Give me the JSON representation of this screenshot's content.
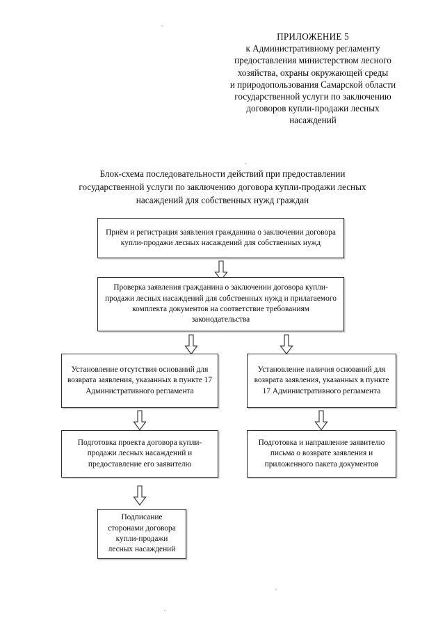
{
  "document": {
    "appendix": {
      "title": "ПРИЛОЖЕНИЕ 5",
      "lines": [
        "к Административному регламенту",
        "предоставления министерством лесного",
        "хозяйства, охраны окружающей среды",
        "и природопользования Самарской области",
        "государственной услуги по заключению",
        "договоров купли-продажи лесных",
        "насаждений"
      ]
    },
    "chart_heading": [
      "Блок-схема последовательности действий при предоставлении",
      "государственной услуги по заключению договора купли-продажи лесных",
      "насаждений для собственных нужд граждан"
    ]
  },
  "flowchart": {
    "nodes": {
      "intake": "Приём и регистрация заявления гражданина о заключении договора купли-продажи лесных насаждений для собственных нужд",
      "verification": "Проверка заявления гражданина о заключении договора купли-продажи лесных насаждений для собственных нужд и прилагаемого комплекта документов на соответствие требованиям законодательства",
      "no_grounds": "Установление отсутствия оснований для возврата заявления, указанных в пункте 17 Административного регламента",
      "has_grounds": "Установление наличия оснований для возврата заявления, указанных в пункте 17 Административного регламента",
      "draft_contract": "Подготовка проекта договора купли-продажи лесных насаждений и предоставление его заявителю",
      "return_letter": "Подготовка и направление заявителю письма о возврате заявления и приложенного пакета документов",
      "signing": "Подписание сторонами договора купли-продажи лесных насаждений"
    },
    "arrows": [
      {
        "name": "intake-to-verification",
        "direction": "down"
      },
      {
        "name": "verification-to-no-grounds",
        "direction": "down"
      },
      {
        "name": "verification-to-has-grounds",
        "direction": "down"
      },
      {
        "name": "no-grounds-to-draft-contract",
        "direction": "down"
      },
      {
        "name": "has-grounds-to-return-letter",
        "direction": "down"
      },
      {
        "name": "draft-contract-to-signing",
        "direction": "down"
      }
    ]
  },
  "colors": {
    "text": "#0d0d0d",
    "border": "#2c2c2c",
    "background": "#ffffff",
    "shadow": "#969696"
  }
}
